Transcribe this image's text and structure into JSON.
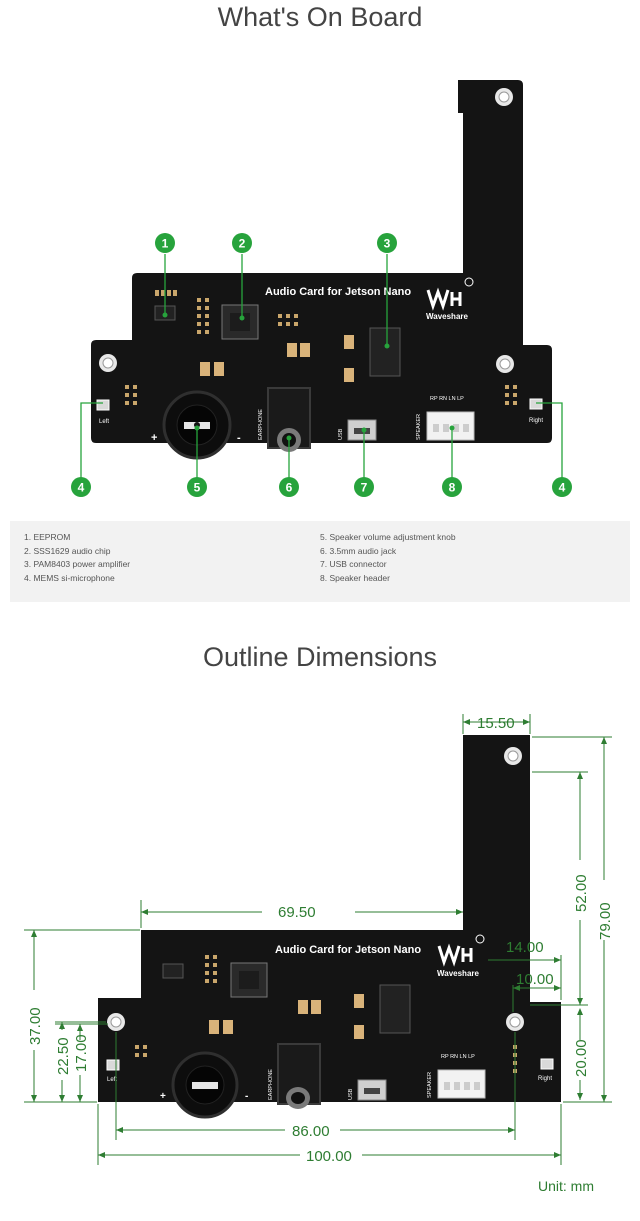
{
  "titles": {
    "top": "What's On Board",
    "bottom": "Outline Dimensions"
  },
  "board": {
    "name": "Audio Card for Jetson Nano",
    "brand": "Waveshare",
    "silk_left": "Left",
    "silk_right": "Right",
    "silk_earphone": "EARPHONE",
    "silk_usb": "USB",
    "silk_speaker": "SPEAKER",
    "silk_header_pins": "RP RN LN LP",
    "silk_plus": "+",
    "silk_minus": "-"
  },
  "callouts": [
    "1",
    "2",
    "3",
    "4",
    "5",
    "6",
    "7",
    "8",
    "4"
  ],
  "legend": {
    "left": [
      "1. EEPROM",
      "2. SSS1629 audio chip",
      "3. PAM8403 power amplifier",
      "4. MEMS si-microphone"
    ],
    "right": [
      "5. Speaker volume adjustment knob",
      "6. 3.5mm audio jack",
      "7. USB connector",
      "8. Speaker header"
    ]
  },
  "dimensions": {
    "d_15_50": "15.50",
    "d_69_50": "69.50",
    "d_14_00": "14.00",
    "d_10_00": "10.00",
    "d_52_00": "52.00",
    "d_79_00": "79.00",
    "d_37_00": "37.00",
    "d_22_50": "22.50",
    "d_17_00": "17.00",
    "d_20_00": "20.00",
    "d_86_00": "86.00",
    "d_100_00": "100.00",
    "unit": "Unit: mm"
  },
  "colors": {
    "pcb": "#141414",
    "callout_green": "#27a33c",
    "dimension_green": "#2e7d32",
    "legend_bg": "#f2f2f2"
  }
}
